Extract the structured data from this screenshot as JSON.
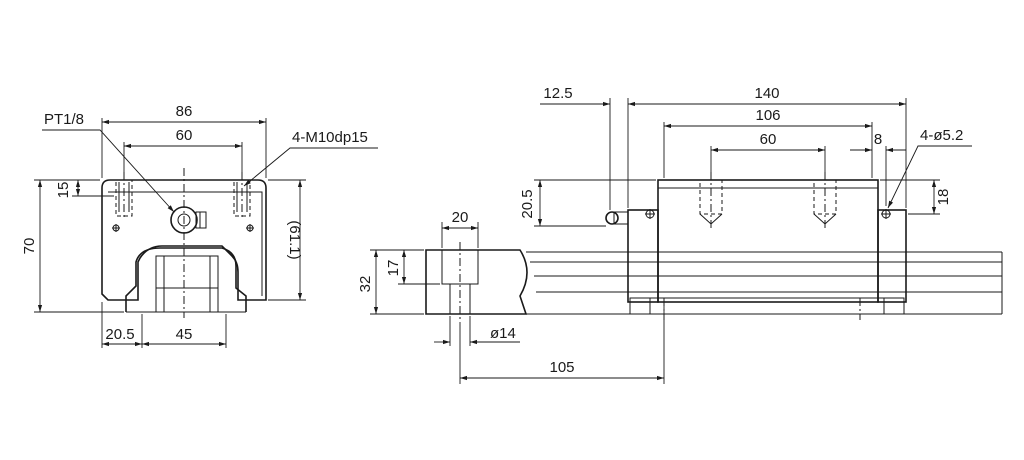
{
  "labels": {
    "thread_port": "PT1/8",
    "tap_holes": "4-M10dp15",
    "front_width": "86",
    "front_hole_span": "60",
    "front_height": "70",
    "front_offset_top": "15",
    "front_block_height": "(61.1)",
    "front_left_offset": "20.5",
    "front_rail_width": "45",
    "rail_width_top": "20",
    "rail_height": "32",
    "rail_cbore_depth": "17",
    "rail_cbore_dia": "ø14",
    "rail_pitch": "105",
    "grease_offset": "12.5",
    "block_length": "140",
    "body_length": "106",
    "side_hole_span": "60",
    "side_hole_edge": "8",
    "side_holes": "4-ø5.2",
    "side_height_left": "20.5",
    "side_height_right": "18"
  }
}
